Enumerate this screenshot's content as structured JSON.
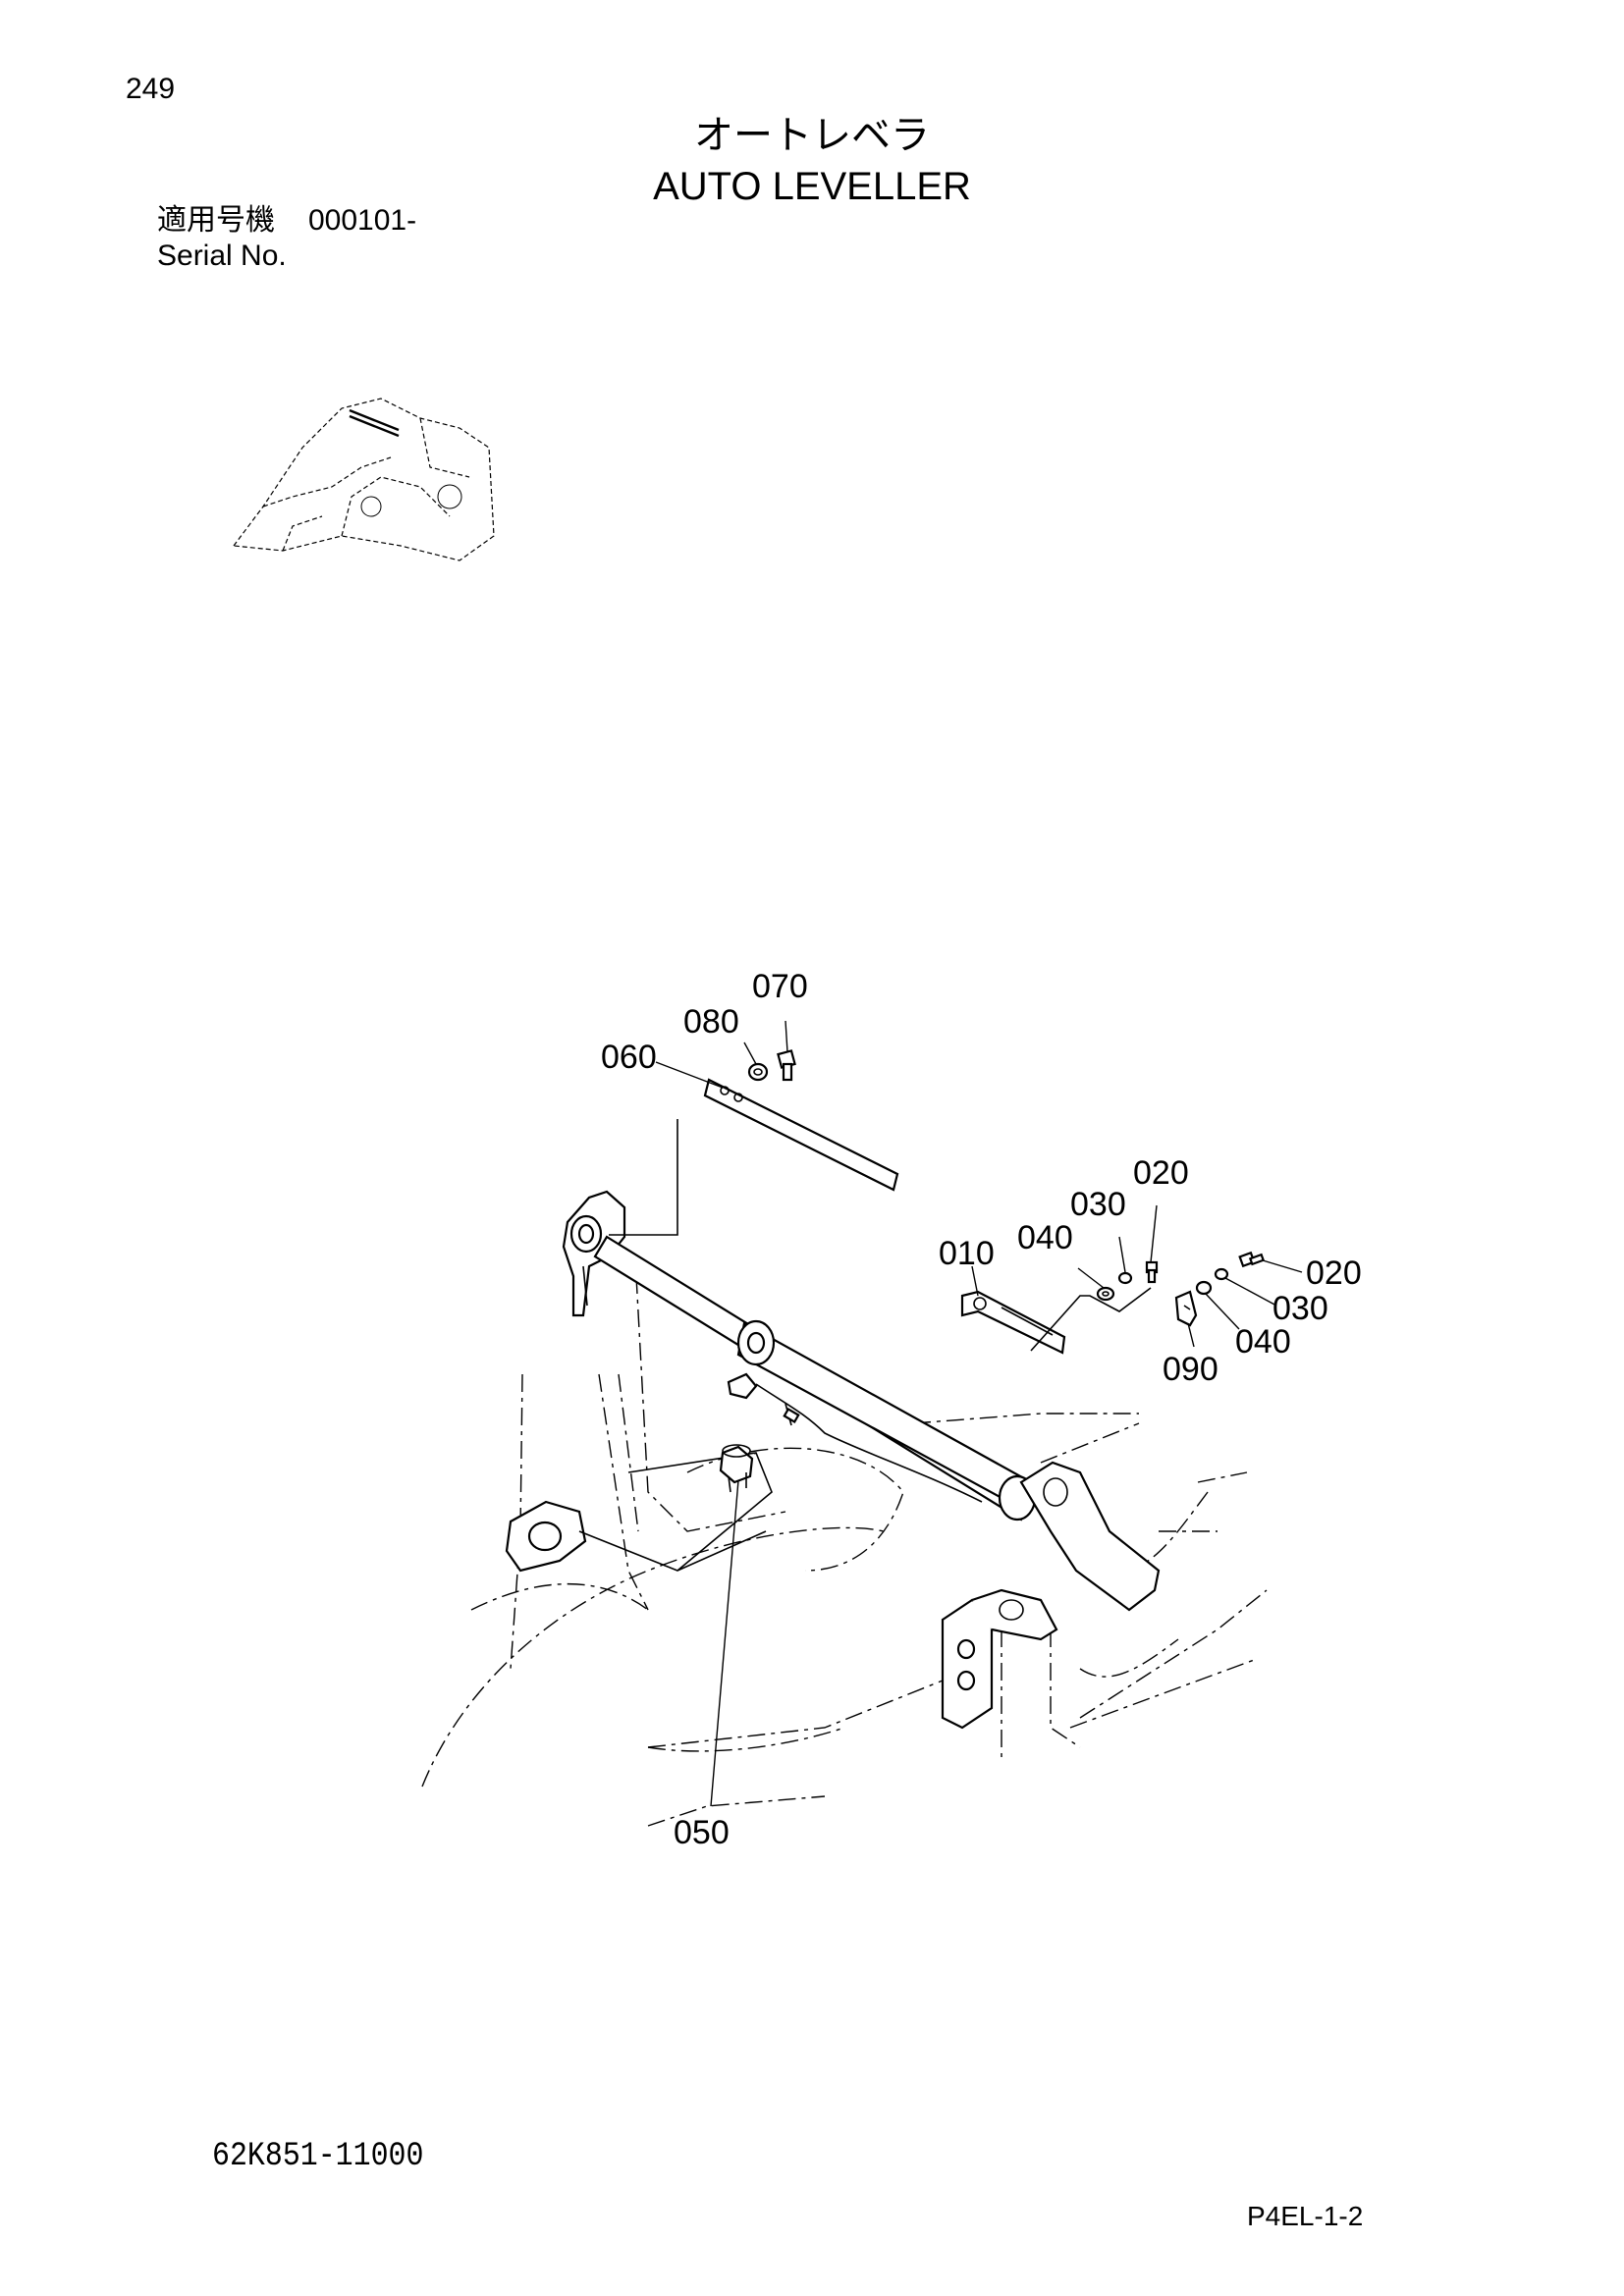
{
  "page_number": "249",
  "title_jp": "オートレベラ",
  "title_en": "AUTO LEVELLER",
  "serial": {
    "label_jp": "適用号機",
    "value": "000101-",
    "label_en": "Serial No."
  },
  "callouts": {
    "c070": "070",
    "c080": "080",
    "c060": "060",
    "c020a": "020",
    "c030a": "030",
    "c040a": "040",
    "c010": "010",
    "c020b": "020",
    "c030b": "030",
    "c040b": "040",
    "c090": "090",
    "c050": "050"
  },
  "drawing_number": "62K851-11000",
  "page_code": "P4EL-1-2"
}
